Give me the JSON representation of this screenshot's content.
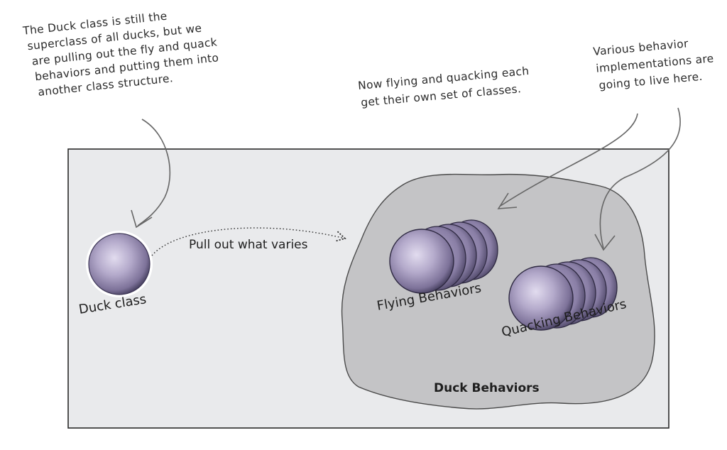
{
  "annotations": {
    "duck_class_note": [
      "The Duck class is still the",
      "superclass of all ducks, but we",
      "are pulling out the fly and quack",
      "behaviors and putting them into",
      "another class structure."
    ],
    "classes_note": [
      "Now flying and quacking each",
      "get their own set of classes."
    ],
    "implementations_note": [
      "Various behavior",
      "implementations are",
      "going to live here."
    ]
  },
  "diagram": {
    "duck_class_label": "Duck class",
    "arrow_label": "Pull out what varies",
    "flying_label": "Flying Behaviors",
    "quacking_label": "Quacking Behaviors",
    "group_label": "Duck Behaviors"
  },
  "colors": {
    "panel_fill": "#e9eaec",
    "panel_border": "#2a2a2a",
    "blob_fill": "#c4c4c6",
    "sphere_fill": "#9b90b8",
    "sphere_dark": "#3c3555",
    "sphere_light": "#d9d3ea"
  }
}
